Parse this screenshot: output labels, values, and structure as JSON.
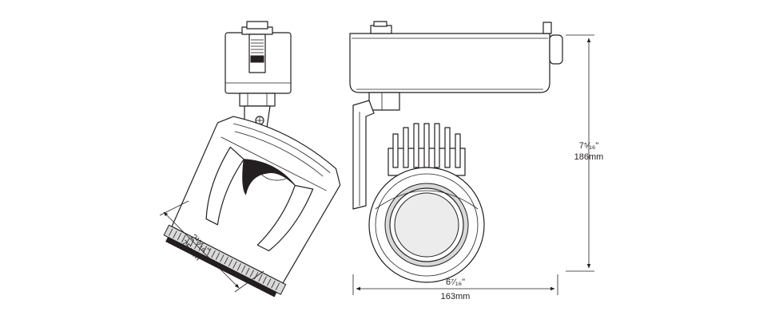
{
  "dimensions": {
    "height": {
      "imperial": "7⁵⁄₁₆\"",
      "metric": "186mm"
    },
    "width": {
      "imperial": "6⁷⁄₁₆\"",
      "metric": "163mm"
    },
    "diameter": {
      "imperial": "2¹⁵⁄₁₆\"",
      "metric": "75mm"
    }
  },
  "colors": {
    "line": "#231f20",
    "shade": "#d9d9d9",
    "background": "#ffffff"
  }
}
